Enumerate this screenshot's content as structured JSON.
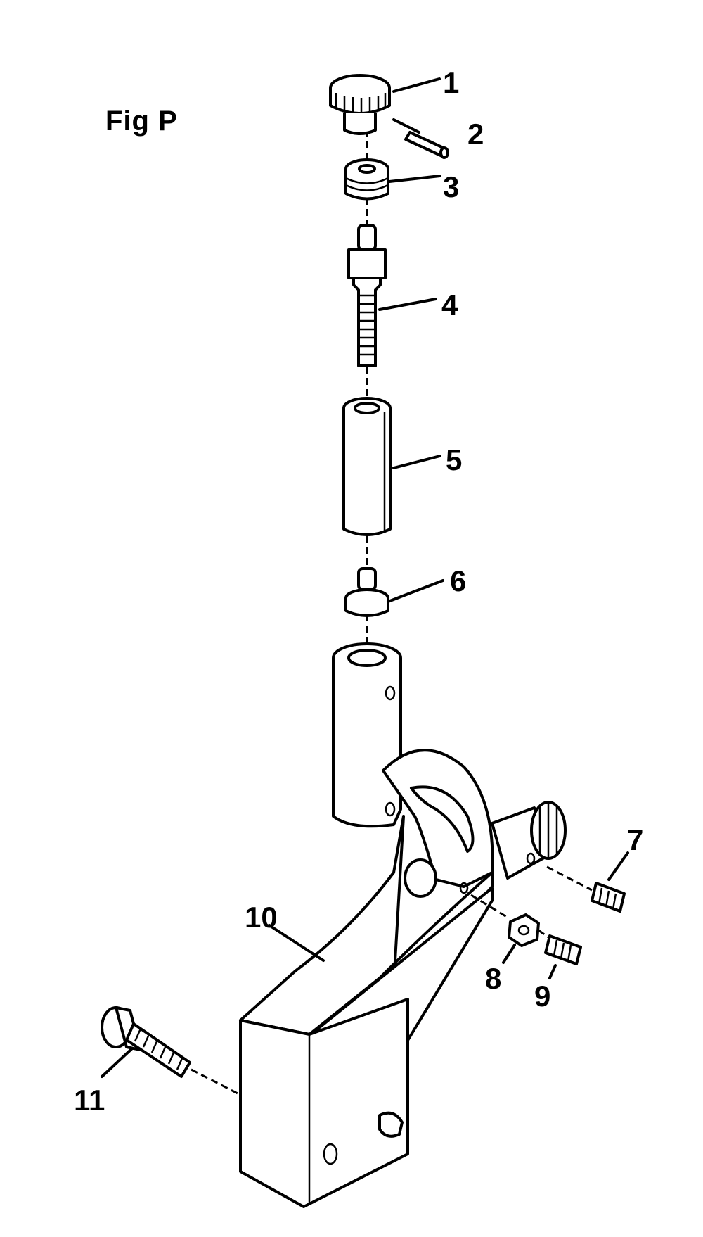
{
  "figure": {
    "title": "Fig P"
  },
  "callouts": [
    "1",
    "2",
    "3",
    "4",
    "5",
    "6",
    "7",
    "8",
    "9",
    "10",
    "11"
  ]
}
